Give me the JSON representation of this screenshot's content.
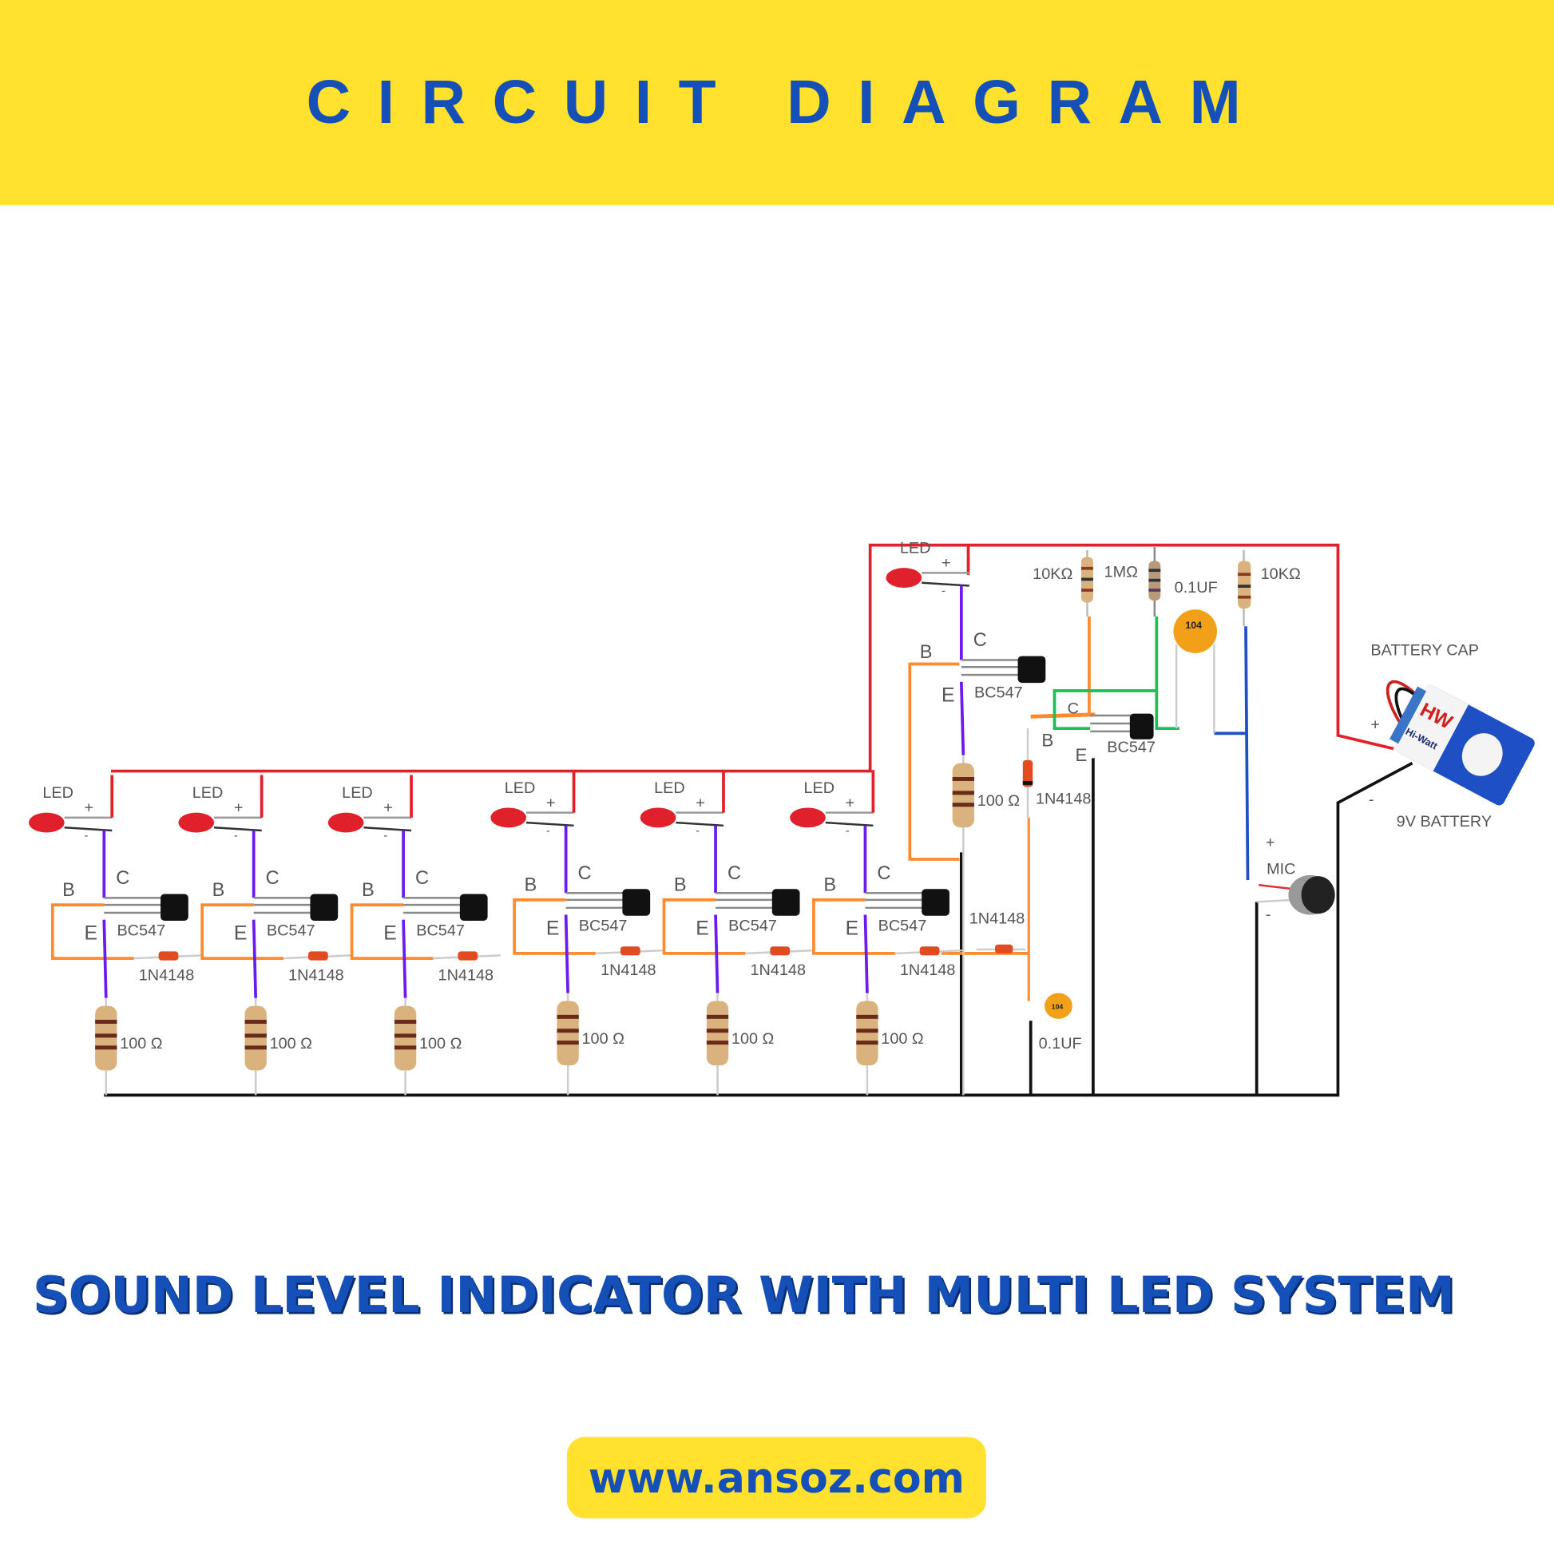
{
  "header": {
    "title": "CIRCUIT DIAGRAM"
  },
  "subtitle": "SOUND LEVEL INDICATOR WITH MULTI LED SYSTEM",
  "footer": {
    "url": "www.ansoz.com"
  },
  "colors": {
    "brand_yellow": "#FFE12E",
    "brand_blue": "#1550B8",
    "positive_wire": "#E3202A",
    "ground_wire": "#111111",
    "collector_wire": "#6A1CF0",
    "base_wire": "#FF8A30",
    "signal_wire": "#1DBE5A",
    "mic_wire": "#1E4FC4"
  },
  "stages": [
    {
      "led": "LED",
      "plus": "+",
      "minus": "-",
      "c": "C",
      "b": "B",
      "e": "E",
      "transistor": "BC547",
      "diode": "1N4148",
      "resistor": "100 Ω"
    },
    {
      "led": "LED",
      "plus": "+",
      "minus": "-",
      "c": "C",
      "b": "B",
      "e": "E",
      "transistor": "BC547",
      "diode": "1N4148",
      "resistor": "100 Ω"
    },
    {
      "led": "LED",
      "plus": "+",
      "minus": "-",
      "c": "C",
      "b": "B",
      "e": "E",
      "transistor": "BC547",
      "diode": "1N4148",
      "resistor": "100 Ω"
    },
    {
      "led": "LED",
      "plus": "+",
      "minus": "-",
      "c": "C",
      "b": "B",
      "e": "E",
      "transistor": "BC547",
      "diode": "1N4148",
      "resistor": "100 Ω"
    },
    {
      "led": "LED",
      "plus": "+",
      "minus": "-",
      "c": "C",
      "b": "B",
      "e": "E",
      "transistor": "BC547",
      "diode": "1N4148",
      "resistor": "100 Ω"
    },
    {
      "led": "LED",
      "plus": "+",
      "minus": "-",
      "c": "C",
      "b": "B",
      "e": "E",
      "transistor": "BC547",
      "diode": "1N4148",
      "resistor": "100 Ω"
    },
    {
      "led": "LED",
      "plus": "+",
      "minus": "-",
      "c": "C",
      "b": "B",
      "e": "E",
      "transistor": "BC547",
      "diode": "1N4148",
      "resistor": "100 Ω"
    }
  ],
  "amp": {
    "r1": "10KΩ",
    "r2": "1MΩ",
    "r3": "10KΩ",
    "cap1": "0.1UF",
    "cap1_code": "104",
    "cap2": "0.1UF",
    "cap2_code": "104",
    "c": "C",
    "b": "B",
    "e": "E",
    "transistor": "BC547",
    "diode_lower": "1N4148",
    "mic": "MIC",
    "mic_plus": "+",
    "mic_minus": "-",
    "battery_cap": "BATTERY CAP",
    "battery": "9V BATTERY",
    "bat_plus": "+",
    "bat_minus": "-",
    "battery_brand": "HW",
    "battery_brand_text": "Hi-Watt"
  }
}
